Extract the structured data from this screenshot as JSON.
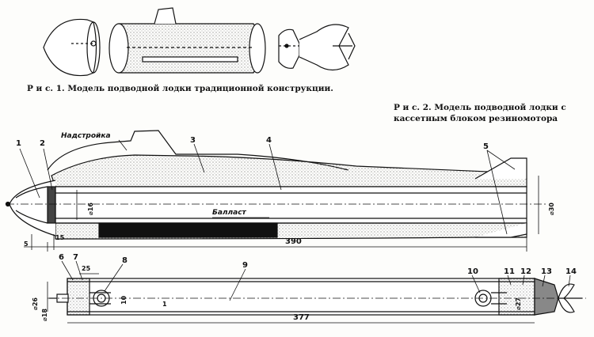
{
  "figure1": {
    "caption": "Р и с. 1. Модель подводной лодки традиционной конструкции."
  },
  "figure2": {
    "caption_line1": "Р и с. 2. Модель подводной  лодки  с",
    "caption_line2": "кассетным блоком резиномотора",
    "label_superstructure": "Надстройка",
    "label_ballast": "Балласт",
    "callouts": [
      "1",
      "2",
      "3",
      "4",
      "5"
    ],
    "dim_diameter_inner": "⌀16",
    "dim_diameter_outer": "⌀30",
    "dim_5": "5",
    "dim_15": "15",
    "dim_length": "390"
  },
  "figure3": {
    "callouts": [
      "6",
      "7",
      "8",
      "9",
      "10",
      "11",
      "12",
      "13",
      "14"
    ],
    "dim_25": "25",
    "dim_10": "10",
    "dim_d26": "⌀26",
    "dim_d18": "⌀18",
    "dim_d27": "⌀27",
    "dim_1": "1",
    "dim_length": "377"
  },
  "colors": {
    "ink": "#111111",
    "paper": "#fdfdfb",
    "stipple": "#9a9a9a"
  }
}
